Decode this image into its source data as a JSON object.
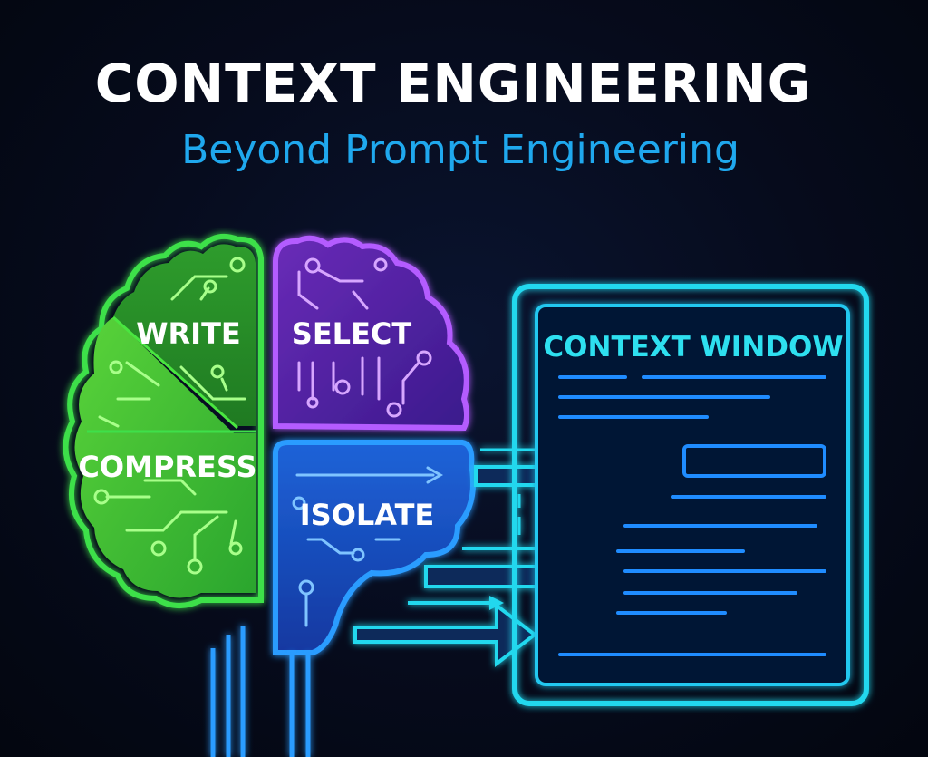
{
  "title": "CONTEXT ENGINEERING",
  "subtitle": "Beyond Prompt Engineering",
  "quadrants": {
    "write": "WRITE",
    "select": "SELECT",
    "compress": "COMPRESS",
    "isolate": "ISOLATE"
  },
  "window": {
    "title": "CONTEXT WINDOW"
  },
  "colors": {
    "green": "#3ee04a",
    "purple": "#a24cf0",
    "blue": "#1f8cff",
    "cyan": "#22d8ee"
  }
}
